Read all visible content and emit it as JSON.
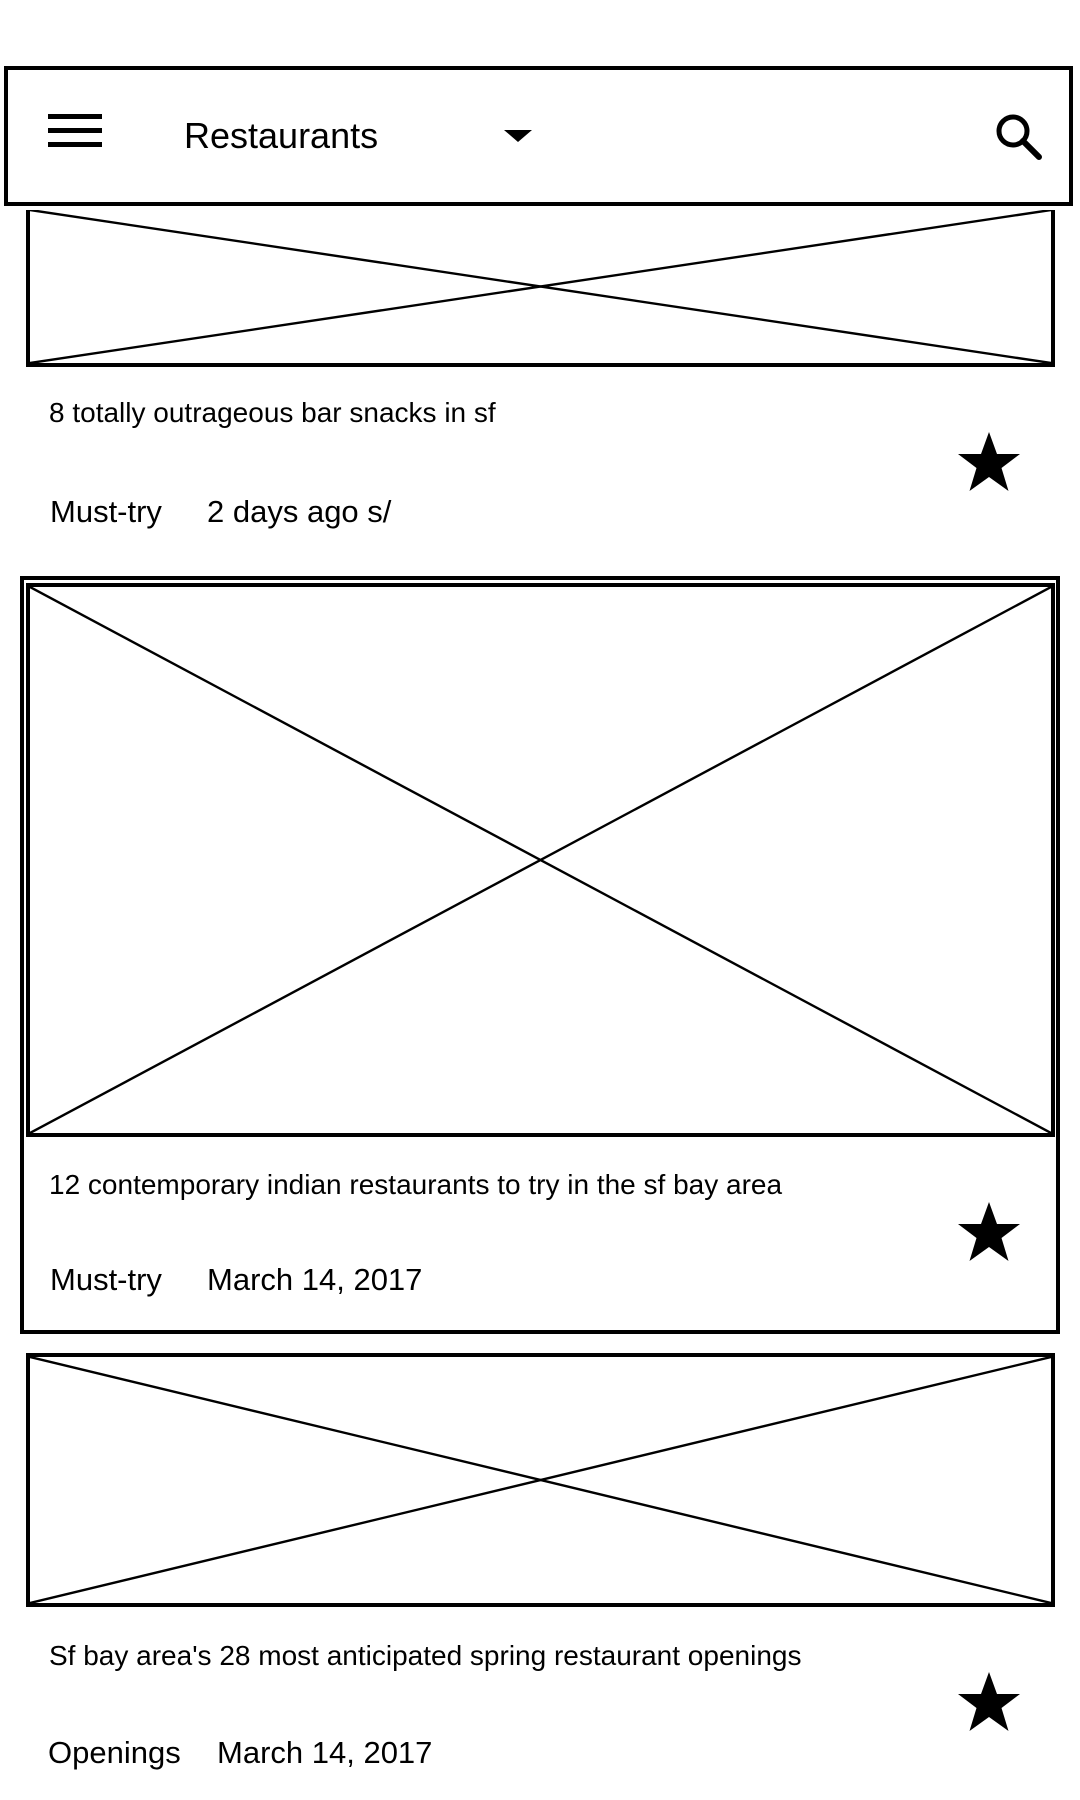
{
  "header": {
    "category_selected": "Restaurants",
    "menu_icon": "hamburger-menu-icon",
    "dropdown_icon": "chevron-down-icon",
    "search_icon": "search-icon"
  },
  "articles": [
    {
      "title": "8 totally outrageous bar snacks in sf",
      "tag": "Must-try",
      "date": "2 days ago s/",
      "image": "image-placeholder",
      "favorite_icon": "star-icon"
    },
    {
      "title": "12 contemporary indian restaurants to try in the sf bay area",
      "tag": "Must-try",
      "date": "March 14, 2017",
      "image": "image-placeholder",
      "favorite_icon": "star-icon"
    },
    {
      "title": "Sf bay area's 28 most anticipated spring restaurant openings",
      "tag": "Openings",
      "date": "March 14, 2017",
      "image": "image-placeholder",
      "favorite_icon": "star-icon"
    }
  ]
}
